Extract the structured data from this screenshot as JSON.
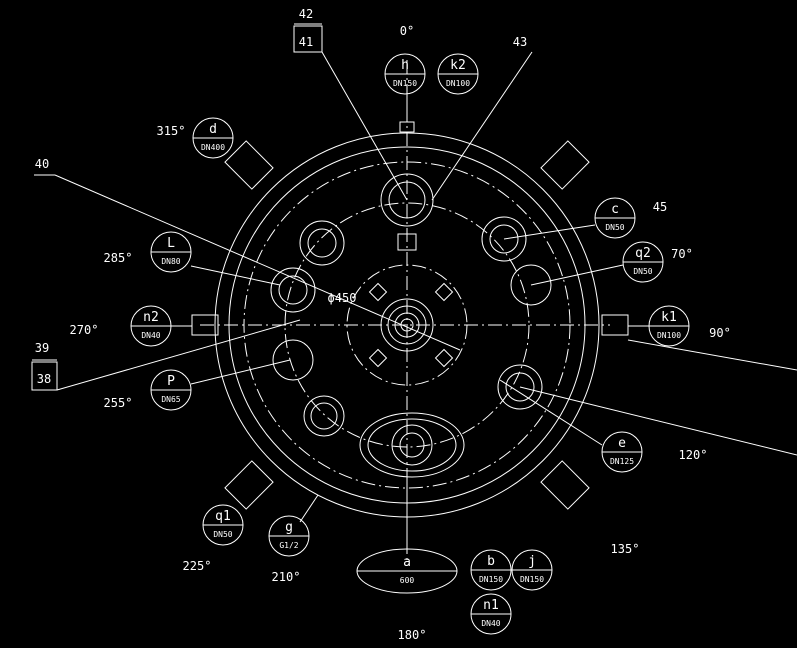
{
  "balloons": {
    "h": {
      "label": "h",
      "spec": "DN150"
    },
    "k2": {
      "label": "k2",
      "spec": "DN100"
    },
    "d": {
      "label": "d",
      "spec": "DN400"
    },
    "c": {
      "label": "c",
      "spec": "DN50"
    },
    "q2": {
      "label": "q2",
      "spec": "DN50"
    },
    "L": {
      "label": "L",
      "spec": "DN80"
    },
    "n2": {
      "label": "n2",
      "spec": "DN40"
    },
    "k1": {
      "label": "k1",
      "spec": "DN100"
    },
    "P": {
      "label": "P",
      "spec": "DN65"
    },
    "e": {
      "label": "e",
      "spec": "DN125"
    },
    "q1": {
      "label": "q1",
      "spec": "DN50"
    },
    "g": {
      "label": "g",
      "spec": "G1/2"
    },
    "a": {
      "label": "a",
      "spec": "600"
    },
    "b": {
      "label": "b",
      "spec": "DN150"
    },
    "j": {
      "label": "j",
      "spec": "DN150"
    },
    "n1": {
      "label": "n1",
      "spec": "DN40"
    }
  },
  "angles": {
    "a0": "0°",
    "a315": "315°",
    "a45": "45",
    "a70": "70°",
    "a285": "285°",
    "a270": "270°",
    "a90": "90°",
    "a255": "255°",
    "a120": "120°",
    "a135": "135°",
    "a225": "225°",
    "a210": "210°",
    "a180": "180°"
  },
  "refs": {
    "r42": "42",
    "r41": "41",
    "r43": "43",
    "r40": "40",
    "r39": "39",
    "r38": "38"
  },
  "dimension": "ϕ450"
}
